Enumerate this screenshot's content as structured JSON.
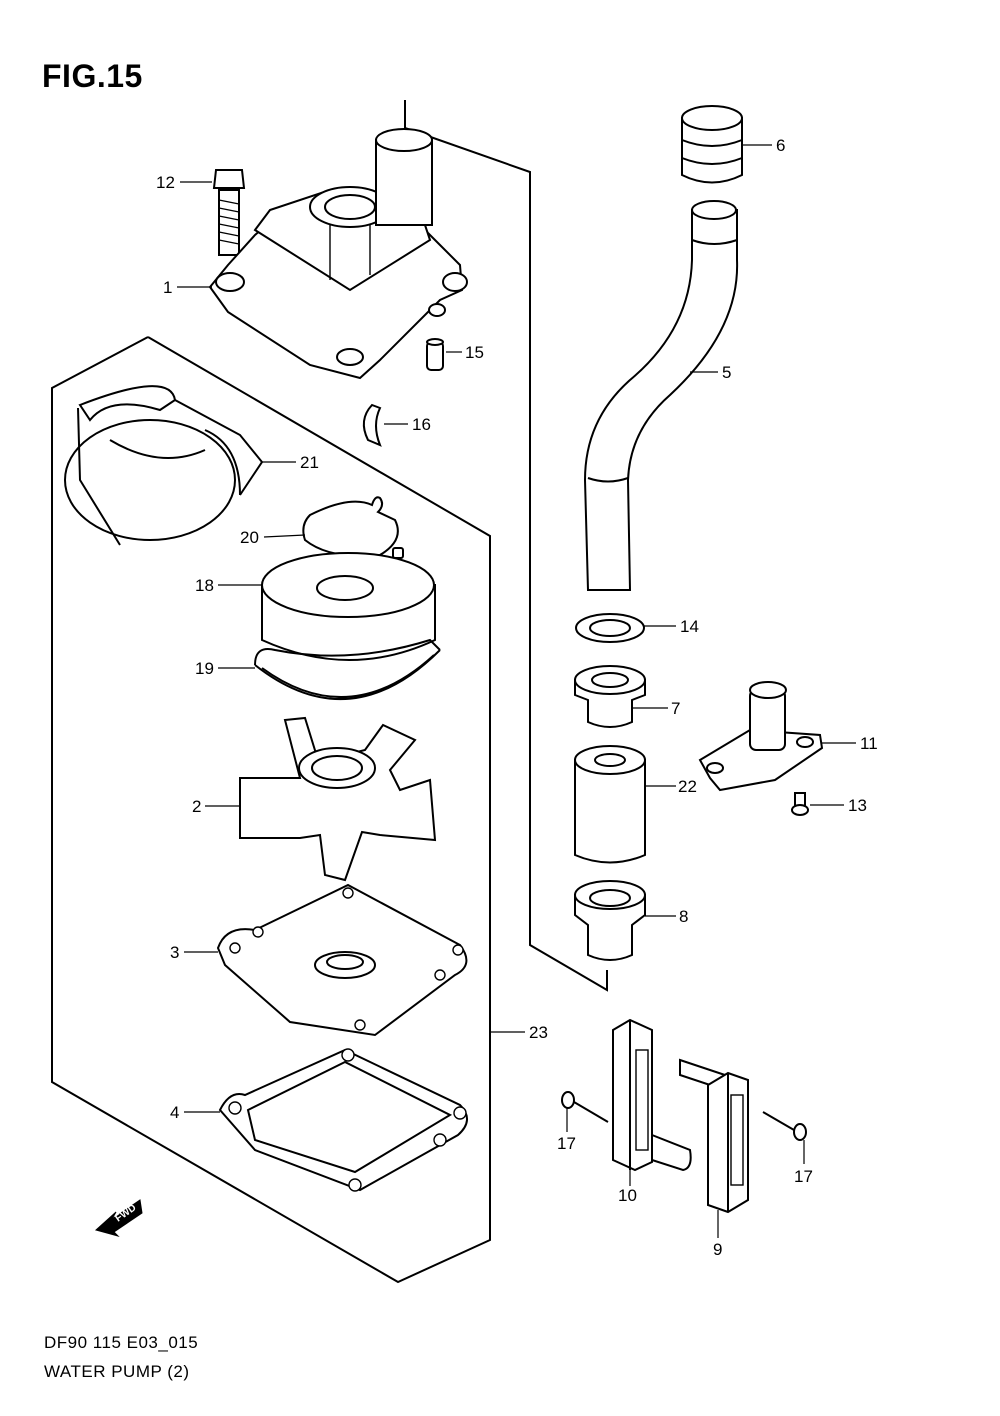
{
  "figure": {
    "title": "FIG.15",
    "model_code": "DF90 115 E03_015",
    "assembly_name": "WATER PUMP (2)",
    "fwd_marker": "FWD"
  },
  "callouts": {
    "p1": "1",
    "p2": "2",
    "p3": "3",
    "p4": "4",
    "p5": "5",
    "p6": "6",
    "p7": "7",
    "p8": "8",
    "p9": "9",
    "p10": "10",
    "p11": "11",
    "p12": "12",
    "p13": "13",
    "p14": "14",
    "p15": "15",
    "p16": "16",
    "p17a": "17",
    "p17b": "17",
    "p18": "18",
    "p19": "19",
    "p20": "20",
    "p21": "21",
    "p22": "22",
    "p23": "23"
  }
}
